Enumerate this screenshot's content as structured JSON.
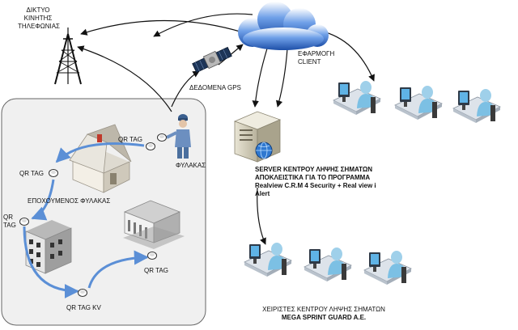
{
  "labels": {
    "mobile_network": [
      "ΔΙΚΤΥΟ",
      "ΚΙΝΗΤΗΣ",
      "ΤΗΛΕΦΩΝΙΑΣ"
    ],
    "gps_data": "ΔΕΔΟΜΕΝΑ GPS",
    "client_app": [
      "ΕΦΑΡΜΟΓΗ",
      "CLIENT"
    ],
    "server": [
      "SERVER ΚΕΝΤΡΟΥ ΛΗΨΗΣ ΣΗΜΑΤΩΝ",
      "ΑΠΟΚΛΕΙΣΤΙΚΑ ΓΙΑ ΤΟ ΠΡΟΓΡΑΜΜΑ",
      "Realview C.R.M 4 Security + Real view i",
      "Alert"
    ],
    "guard": "ΦΥΛΑΚΑΣ",
    "next_guard": "ΕΠΟΧΟΥΜΕΝΟΣ ΦΥΛΑΚΑΣ",
    "qr_tag_house": "QR TAG",
    "qr_tag_left": "QR TAG",
    "qr_tag_mid_left": [
      "QR",
      "TAG"
    ],
    "qr_tag_bank": "QR TAG",
    "qr_tag_kv": "QR TAG KV",
    "operators": [
      "ΧΕΙΡΙΣΤΕΣ ΚΕΝΤΡΟΥ ΛΗΨΗΣ ΣΗΜΑΤΩΝ",
      "MEGA SPRINT GUARD A.E."
    ]
  },
  "colors": {
    "area_fill": "#f0f0f0",
    "area_border": "#666666",
    "route": "#5b8fd6",
    "arrow": "#111111",
    "cloud": "#2f6ac8",
    "operator_skin": "#9fd0ea"
  },
  "icons": [
    "antenna-tower-icon",
    "satellite-icon",
    "cloud-icon",
    "server-icon",
    "globe-icon",
    "house-icon",
    "guard-icon",
    "office-building-icon",
    "bank-building-icon",
    "operator-workstation-icon"
  ]
}
